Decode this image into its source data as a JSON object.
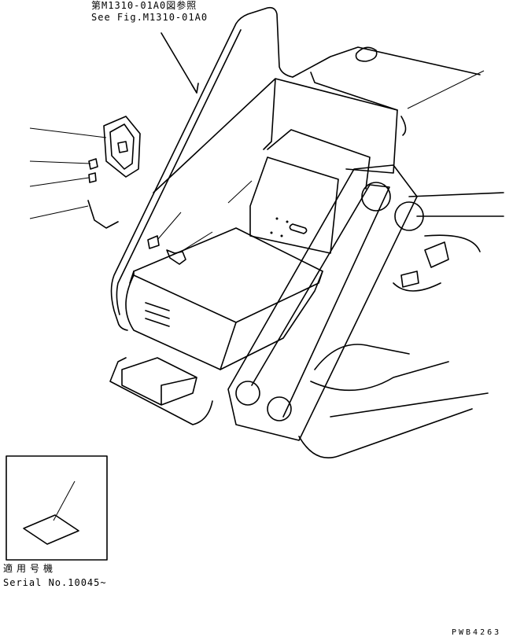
{
  "reference": {
    "japanese": "第M1310-01A0図参照",
    "english": "See Fig.M1310-01A0"
  },
  "serial": {
    "japanese": "適用号機",
    "english": "Serial No.10045~"
  },
  "drawing_code": "PWB4263",
  "colors": {
    "line": "#000000",
    "background": "#ffffff"
  }
}
